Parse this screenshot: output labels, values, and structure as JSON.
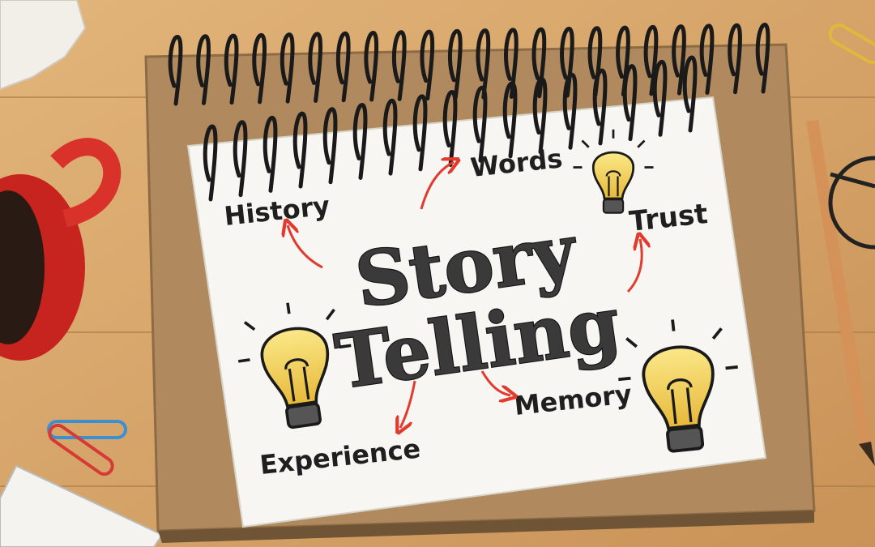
{
  "notebook": {
    "title_line1": "Story",
    "title_line2": "Telling",
    "words": {
      "history": "History",
      "words": "Words",
      "trust": "Trust",
      "memory": "Memory",
      "experience": "Experience"
    }
  },
  "colors": {
    "wood": "#d9a96b",
    "kraft": "#b08a5e",
    "paper": "#f7f6f2",
    "arrow": "#e23a2c",
    "bulb": "#f3d35a",
    "mug": "#c7231f"
  }
}
